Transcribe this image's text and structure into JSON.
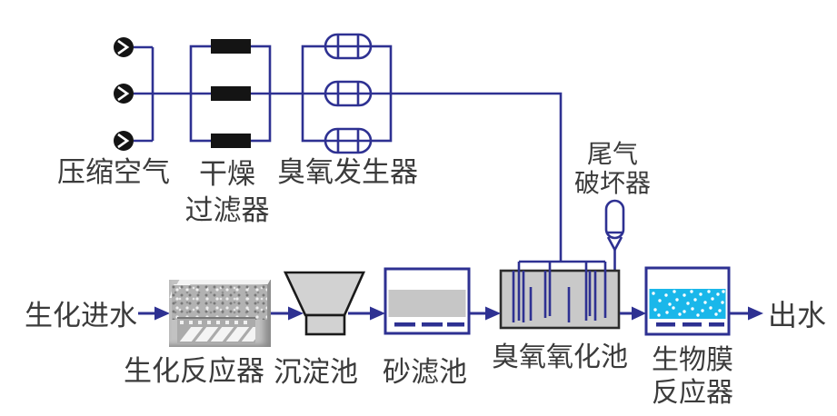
{
  "air_system": {
    "compressed_air_label": "压缩空气",
    "dryer_filter_label": [
      "干燥",
      "过滤器"
    ],
    "ozone_generator_label": "臭氧发生器"
  },
  "tail_gas_destructor": {
    "label": [
      "尾气",
      "破坏器"
    ]
  },
  "water_line": {
    "influent_label": "生化进水",
    "bioreactor_label": "生化反应器",
    "sedimentation_label": "沉淀池",
    "sand_filter_label": "砂滤池",
    "ozone_contact_label": "臭氧氧化池",
    "biofilm_label": [
      "生物膜",
      "反应器"
    ],
    "effluent_label": "出水"
  },
  "colors": {
    "pipe_blue": "#2e3192",
    "water_cyan": "#1ab7ea",
    "tank_gray": "#c9c9c9",
    "text_gray": "#3b3b3b"
  }
}
